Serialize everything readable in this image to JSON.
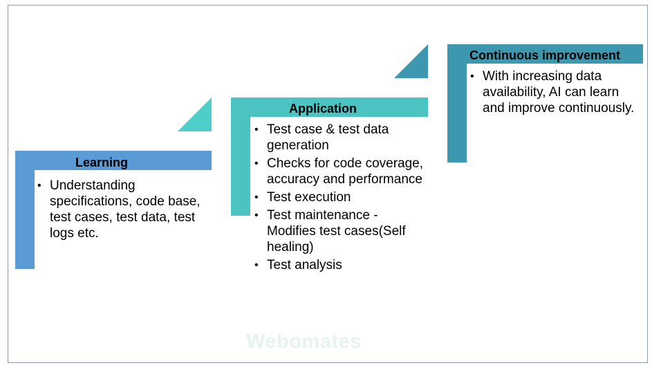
{
  "stages": [
    {
      "title": "Learning",
      "color": "#5b9bd5",
      "bullets": [
        "Understanding specifications, code base, test cases, test data, test logs etc."
      ]
    },
    {
      "title": "Application",
      "color": "#4cc3c3",
      "bullets": [
        "Test case & test data generation",
        "Checks for code coverage, accuracy and performance",
        "Test execution",
        "Test maintenance - Modifies test cases(Self healing)",
        "Test analysis"
      ]
    },
    {
      "title": "Continuous improvement",
      "color": "#3d97ae",
      "bullets": [
        "With increasing data availability, AI can learn and improve continuously."
      ]
    }
  ],
  "watermark": "Webomates"
}
